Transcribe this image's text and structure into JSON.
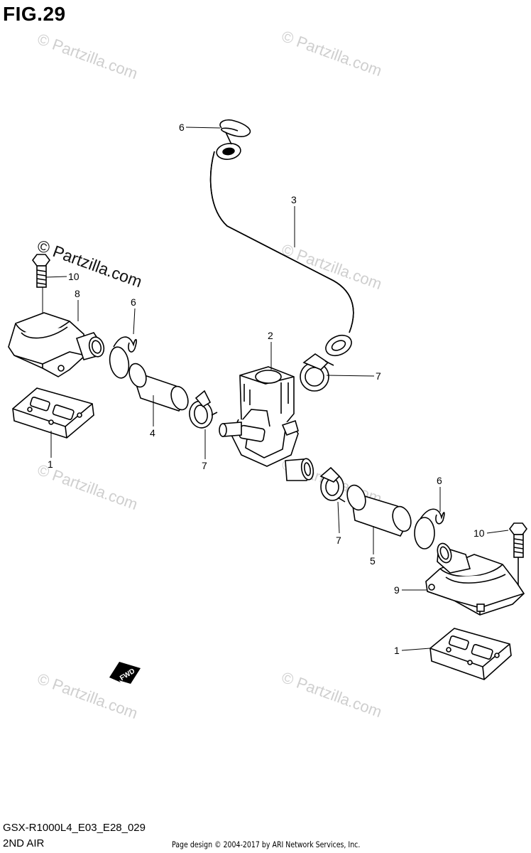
{
  "figure": {
    "title": "FIG.29",
    "code": "GSX-R1000L4_E03_E28_029",
    "subtitle": "2ND AIR",
    "credit": "Page design © 2004-2017 by ARI Network Services, Inc."
  },
  "watermark": {
    "text": "© Partzilla.com"
  },
  "fwd_label": "FWD",
  "callouts": [
    "1",
    "1",
    "2",
    "3",
    "4",
    "5",
    "6",
    "6",
    "6",
    "7",
    "7",
    "7",
    "8",
    "9",
    "10",
    "10"
  ]
}
